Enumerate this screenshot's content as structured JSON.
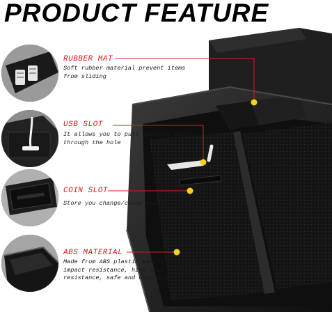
{
  "title": "PRODUCT FEATURE",
  "features": [
    {
      "title": "RUBBER MAT",
      "description": "Soft rubber material prevent items from sliding",
      "icon": "rubber-mat-closeup"
    },
    {
      "title": "USB SLOT",
      "description": "It allows you to pull charging cables through the hole",
      "icon": "usb-slot-closeup"
    },
    {
      "title": "COIN SLOT",
      "description": "Store you change/coins neatly",
      "icon": "coin-slot-closeup"
    },
    {
      "title": "ABS MATERIAL",
      "description": "Made from ABS plastic making the tray impact resistance, high heat resistance, safe and non-toxic",
      "icon": "abs-material-closeup"
    }
  ],
  "colors": {
    "accent_red": "#d81c1c",
    "callout_dot": "#f7d21a",
    "tray": "#1b1b1b",
    "thumb_bg": "#8a8a8a"
  }
}
